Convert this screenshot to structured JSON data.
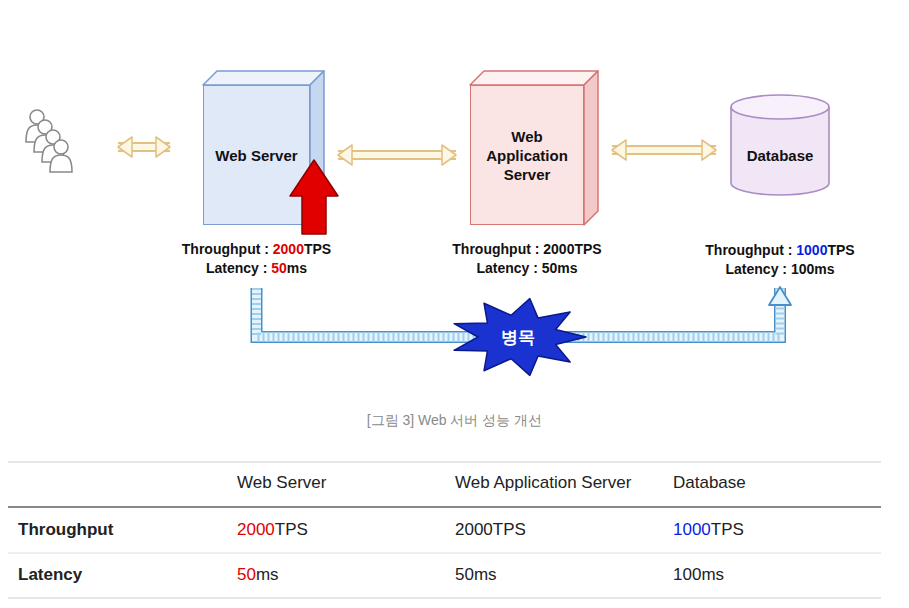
{
  "diagram": {
    "caption": "[그림 3] Web 서버 성능 개선",
    "nodes": [
      {
        "text": [
          "Web Server",
          "Throughput : 2000TPS",
          "Latency : 50ms"
        ]
      },
      {
        "text": [
          "Web Application Server",
          "Throughput : 2000TPS",
          "Latency : 50ms"
        ]
      },
      {
        "text": [
          "Database",
          "Throughput : 1000TPS",
          "Latency : 100ms"
        ]
      }
    ],
    "edges": [
      {
        "from": 0,
        "to": 1,
        "arrow": "both"
      },
      {
        "from": 1,
        "to": 2,
        "arrow": "both"
      },
      {
        "from": 0,
        "to": 2,
        "arrow": "to",
        "label": "병목"
      }
    ],
    "labels": [
      "Web Server",
      "Web Application Server",
      "Database",
      "Throughput",
      "2000TPS",
      "2000TPS",
      "1000TPS",
      "Latency",
      "50ms",
      "50ms",
      "100ms"
    ]
  }
}
